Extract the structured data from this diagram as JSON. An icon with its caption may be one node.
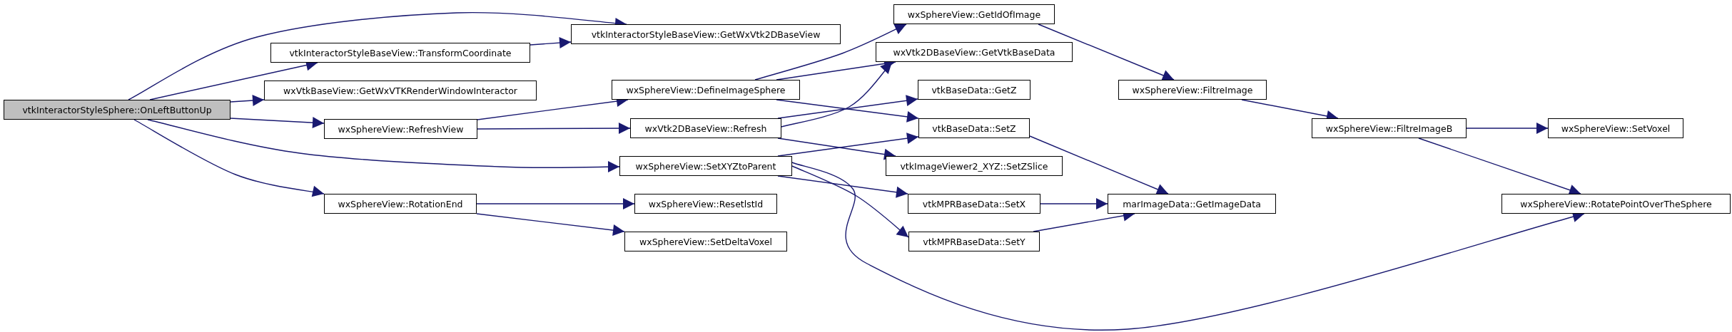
{
  "diagram": {
    "nodes": [
      {
        "text": [
          "vtkInteractorStyleSphere::OnLeftButtonUp"
        ]
      },
      {
        "text": [
          "vtkInteractorStyleBaseView::TransformCoordinate"
        ]
      },
      {
        "text": [
          "wxVtkBaseView::GetWxVTKRenderWindowInteractor"
        ]
      },
      {
        "text": [
          "wxSphereView::RefreshView"
        ]
      },
      {
        "text": [
          "wxSphereView::RotationEnd"
        ]
      },
      {
        "text": [
          "vtkInteractorStyleBaseView::GetWxVtk2DBaseView"
        ]
      },
      {
        "text": [
          "wxSphereView::DefineImageSphere"
        ]
      },
      {
        "text": [
          "wxVtk2DBaseView::Refresh"
        ]
      },
      {
        "text": [
          "wxSphereView::SetXYZtoParent"
        ]
      },
      {
        "text": [
          "wxSphereView::ResetlstId"
        ]
      },
      {
        "text": [
          "wxSphereView::SetDeltaVoxel"
        ]
      },
      {
        "text": [
          "wxSphereView::GetIdOfImage"
        ]
      },
      {
        "text": [
          "wxVtk2DBaseView::GetVtkBaseData"
        ]
      },
      {
        "text": [
          "vtkBaseData::GetZ"
        ]
      },
      {
        "text": [
          "vtkBaseData::SetZ"
        ]
      },
      {
        "text": [
          "vtkImageViewer2_XYZ::SetZSlice"
        ]
      },
      {
        "text": [
          "vtkMPRBaseData::SetX"
        ]
      },
      {
        "text": [
          "vtkMPRBaseData::SetY"
        ]
      },
      {
        "text": [
          "marImageData::GetImageData"
        ]
      },
      {
        "text": [
          "wxSphereView::FiltreImage"
        ]
      },
      {
        "text": [
          "wxSphereView::FiltreImageB"
        ]
      },
      {
        "text": [
          "wxSphereView::SetVoxel"
        ]
      },
      {
        "text": [
          "wxSphereView::RotatePointOverTheSphere"
        ]
      }
    ],
    "edges": [
      {
        "from": 0,
        "to": 5,
        "arrow": "to"
      },
      {
        "from": 0,
        "to": 1,
        "arrow": "to"
      },
      {
        "from": 0,
        "to": 2,
        "arrow": "to"
      },
      {
        "from": 0,
        "to": 3,
        "arrow": "to"
      },
      {
        "from": 0,
        "to": 8,
        "arrow": "to"
      },
      {
        "from": 0,
        "to": 4,
        "arrow": "to"
      },
      {
        "from": 1,
        "to": 5,
        "arrow": "to"
      },
      {
        "from": 3,
        "to": 6,
        "arrow": "to"
      },
      {
        "from": 3,
        "to": 7,
        "arrow": "to"
      },
      {
        "from": 4,
        "to": 9,
        "arrow": "to"
      },
      {
        "from": 4,
        "to": 10,
        "arrow": "to"
      },
      {
        "from": 6,
        "to": 11,
        "arrow": "to"
      },
      {
        "from": 6,
        "to": 12,
        "arrow": "to"
      },
      {
        "from": 6,
        "to": 14,
        "arrow": "to"
      },
      {
        "from": 7,
        "to": 13,
        "arrow": "to"
      },
      {
        "from": 7,
        "to": 12,
        "arrow": "to"
      },
      {
        "from": 7,
        "to": 15,
        "arrow": "to"
      },
      {
        "from": 8,
        "to": 14,
        "arrow": "to"
      },
      {
        "from": 8,
        "to": 16,
        "arrow": "to"
      },
      {
        "from": 8,
        "to": 17,
        "arrow": "to"
      },
      {
        "from": 8,
        "to": 22,
        "arrow": "to"
      },
      {
        "from": 11,
        "to": 19,
        "arrow": "to"
      },
      {
        "from": 14,
        "to": 18,
        "arrow": "to"
      },
      {
        "from": 16,
        "to": 18,
        "arrow": "to"
      },
      {
        "from": 17,
        "to": 18,
        "arrow": "to"
      },
      {
        "from": 19,
        "to": 20,
        "arrow": "to"
      },
      {
        "from": 20,
        "to": 21,
        "arrow": "to"
      },
      {
        "from": 20,
        "to": 22,
        "arrow": "to"
      }
    ]
  }
}
